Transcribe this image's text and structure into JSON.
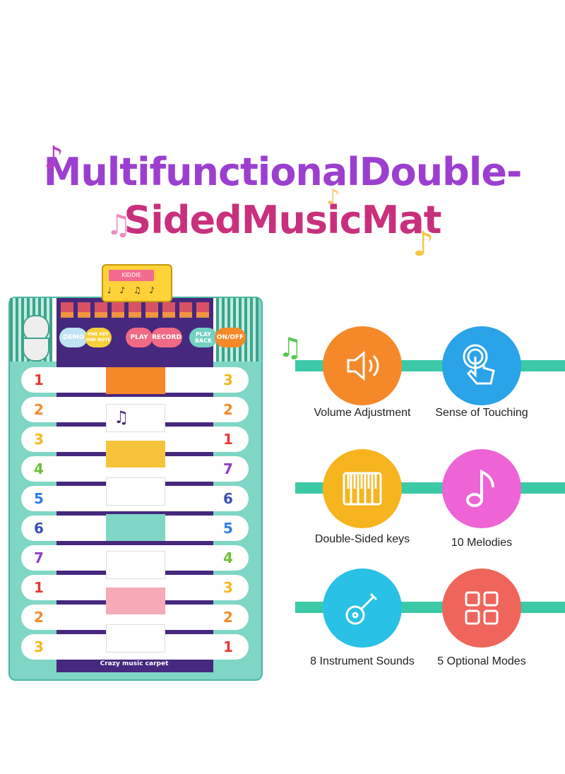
{
  "title": {
    "line1": "MultifunctionalDouble-",
    "line2": "SidedMusicMat"
  },
  "mat": {
    "speaker_label": "KIDDIE",
    "buttons": {
      "demo": "DEMO",
      "one_key": "ONE KEY ONE NOTE",
      "play": "PLAY",
      "record": "RECORD",
      "play_back": "PLAY BACK",
      "on_off": "ON/OFF"
    },
    "left_numbers": [
      "1",
      "2",
      "3",
      "4",
      "5",
      "6",
      "7",
      "1",
      "2",
      "3"
    ],
    "right_numbers": [
      "3",
      "2",
      "1",
      "7",
      "6",
      "5",
      "4",
      "3",
      "2",
      "1"
    ],
    "caption": "Crazy music carpet"
  },
  "features": [
    {
      "label": "Volume Adjustment",
      "icon": "speaker-icon",
      "color": "#f5892a"
    },
    {
      "label": "Sense of Touching",
      "icon": "touch-hand-icon",
      "color": "#2aa3e8"
    },
    {
      "label": "Double-Sided keys",
      "icon": "keyboard-icon",
      "color": "#f6b51f"
    },
    {
      "label": "10 Melodies",
      "icon": "music-note-icon",
      "color": "#ee64d6"
    },
    {
      "label": "8 Instrument Sounds",
      "icon": "guitar-icon",
      "color": "#29c1e6"
    },
    {
      "label": "5 Optional Modes",
      "icon": "modes-grid-icon",
      "color": "#f0655b"
    }
  ],
  "colors": {
    "title_line1": "#9c3fd0",
    "title_line2": "#c9307c",
    "accent_line": "#3cc9a6",
    "mat_purple": "#46287e",
    "mat_teal": "#7fd6c5"
  }
}
